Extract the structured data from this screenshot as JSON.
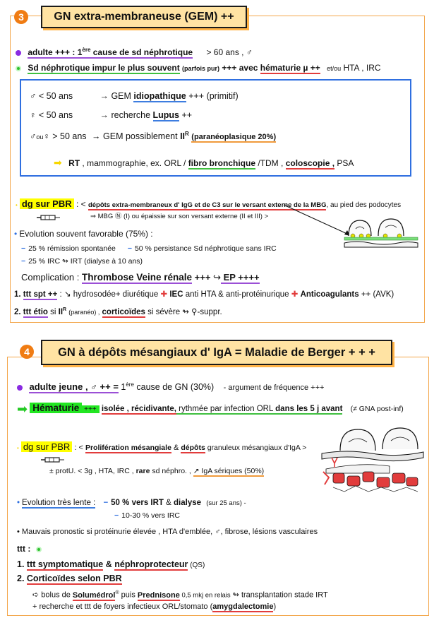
{
  "gem": {
    "number": "3",
    "title": "GN extra-membraneuse (GEM) ++",
    "adult_main": "adulte +++ : 1",
    "adult_sup": "ère",
    "adult_rest": " cause de sd néphrotique",
    "adult_extra": "> 60 ans , ♂",
    "sd_main": "Sd néphrotique impur le plus souvent",
    "sd_small": "(parfois pur)",
    "sd_plus": " +++ avec ",
    "sd_hema": "hématurie µ ++",
    "sd_tail_small": "et/ou",
    "sd_tail": " HTA , IRC",
    "box_row1_left": "♂ < 50 ans",
    "box_row1_arrow": "→ GEM ",
    "box_row1_key": "idiopathique",
    "box_row1_rest": " +++ (primitif)",
    "box_row2_left": "♀ < 50 ans",
    "box_row2_arrow": "→ recherche ",
    "box_row2_key": "Lupus",
    "box_row2_rest": " ++",
    "box_row3_left_a": "♂",
    "box_row3_left_ou": "ou",
    "box_row3_left_b": "♀ > 50 ans",
    "box_row3_arrow": "→ GEM possiblement ",
    "box_row3_key": "II",
    "box_row3_key_sup": "R",
    "box_row3_paren": "(paranéoplasique 20%)",
    "box_rt_arrow": "➡",
    "box_rt_key": "RT",
    "box_rt_mid": " , mammographie, ex. ORL / ",
    "box_rt_fibro": "fibro bronchique",
    "box_rt_tdm": " /TDM , ",
    "box_rt_colo": "coloscopie ,",
    "box_rt_psa": " PSA",
    "dg_label": "dg sur PBR",
    "dg_colon": " : < ",
    "dg_main": "dépôts extra-membraneux d' IgG et de C3 sur le versant externe de la MBG",
    "dg_tail": ", au pied des podocytes",
    "dg_sub": "⇒ MBG Ⓝ (I) ou épaissie sur son versant externe (II et III)  >",
    "evo_title": "Evolution souvent favorable (75%) :",
    "evo_a": "25 % rémission spontanée",
    "evo_b": "50 % persistance Sd néphrotique sans IRC",
    "evo_c": "25 % IRC  ↬  IRT  (dialyse à 10 ans)",
    "comp_label": "Complication : ",
    "comp_key": "Thrombose Veine rénale",
    "comp_plus": " +++ ",
    "comp_arrow": "↪",
    "comp_ep": " EP ++++",
    "ttt1_num": "1. ",
    "ttt1_key": "ttt spt ++",
    "ttt1_a": " : ↘ hydrosodée+ diurétique ",
    "ttt1_iec": "IEC",
    "ttt1_b": " anti HTA & anti-protéinurique ",
    "ttt1_ac": "Anticoagulants",
    "ttt1_c": " ++ (AVK)",
    "ttt2_num": "2. ",
    "ttt2_key": "ttt étio",
    "ttt2_a": " si ",
    "ttt2_ii": "II",
    "ttt2_ii_sup": "R",
    "ttt2_parano": "(paranéo) ,",
    "ttt2_cort": "corticoïdes",
    "ttt2_rest": " si sévère ↬ ⚲-suppr."
  },
  "iga": {
    "number": "4",
    "title": "GN à dépôts mésangiaux d' IgA = Maladie de Berger + + +",
    "adult_key": "adulte jeune , ♂ ++ =",
    "adult_a": " 1",
    "adult_sup": "ère",
    "adult_b": " cause de GN  (30%)",
    "adult_c": "- argument de fréquence +++",
    "hem_key": "Hématurie",
    "hem_plus": " +++",
    "hem_a": " isolée , récidivante,",
    "hem_b": " rythmée par infection ORL ",
    "hem_c": "dans les 5 j avant",
    "hem_d": "(≠ GNA post-inf)",
    "dg_label": "dg sur PBR",
    "dg_colon": " : < ",
    "dg_key1": "Prolifération mésangiale",
    "dg_amp": " & ",
    "dg_key2": "dépôts",
    "dg_rest": " granuleux mésangiaux d'IgA  >",
    "dg_sub_a": "± protU. < 3g , HTA, IRC , ",
    "dg_sub_rare": "rare",
    "dg_sub_b": " sd néphro. , ",
    "dg_sub_c": "↗ IgA sériques (50%)",
    "evo_title": "Evolution très lente :",
    "evo_a_key": "50 % vers IRT",
    "evo_a_mid": " & ",
    "evo_a_dial": "dialyse",
    "evo_a_tail": "(sur 25 ans)  -",
    "evo_b": "10-30 % vers IRC",
    "prog": "• Mauvais pronostic  si protéinurie élevée , HTA d'emblée, ♂, fibrose, lésions vasculaires",
    "ttt_label": "ttt :",
    "ttt1_num": "1. ",
    "ttt1_a": "ttt symptomatique",
    "ttt1_amp": "  &  ",
    "ttt1_b": "néphroprotecteur",
    "ttt1_qs": " (QS)",
    "ttt2_num": "2. ",
    "ttt2_key": "Corticoïdes selon PBR",
    "ttt2_sub_arrow": "➪ bolus de ",
    "ttt2_solu": "Solumédrol",
    "ttt2_reg": "®",
    "ttt2_puis": " puis ",
    "ttt2_pred": "Prednisone",
    "ttt2_dose": " 0,5 mkj en relais",
    "ttt2_trans": " ↬ transplantation stade IRT",
    "ttt2_rech": "+ recherche et ttt  de foyers infectieux ORL/stomato (",
    "ttt2_amyg": "amygdalectomie",
    "ttt2_close": ")"
  },
  "colors": {
    "accent_orange": "#f07c13",
    "title_fill": "#ffe3a3",
    "box_blue": "#2f6fe0",
    "highlight_yellow": "#ffff00",
    "highlight_green": "#22e622",
    "red": "#e23c3c",
    "purple": "#9b4fd6"
  }
}
